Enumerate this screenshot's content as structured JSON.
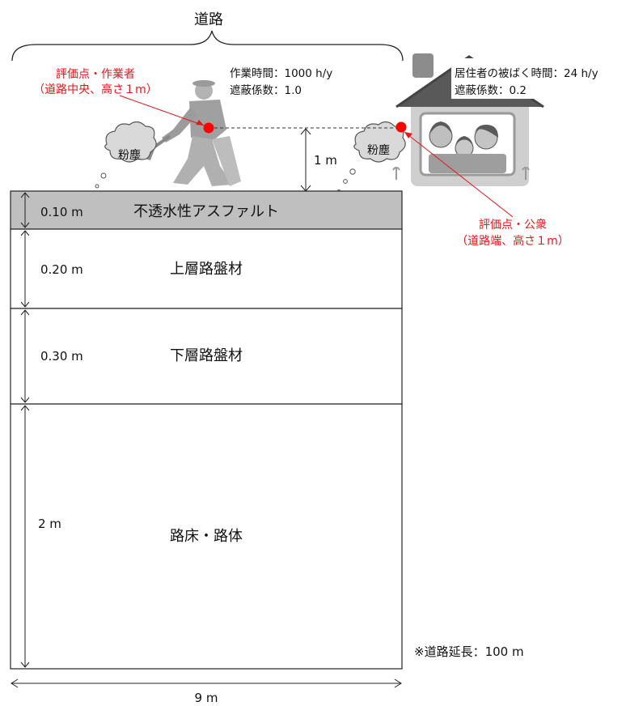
{
  "road_label": "道路",
  "worker_eval": {
    "title": "評価点・作業者",
    "sub": "（道路中央、高さ１m）"
  },
  "worker_info": {
    "time": "作業時間：1000 h/y",
    "shield": "遮蔽係数：1.0"
  },
  "resident_info": {
    "time": "居住者の被ばく時間：24 h/y",
    "shield": "遮蔽係数：0.2"
  },
  "public_eval": {
    "title": "評価点・公衆",
    "sub": "（道路端、高さ１m）"
  },
  "dust_label": "粉塵",
  "height_label": "1 m",
  "layers": [
    {
      "thickness": "0.10 m",
      "name": "不透水性アスファルト",
      "fill": "#bfbfbf"
    },
    {
      "thickness": "0.20 m",
      "name": "上層路盤材",
      "fill": "#ffffff"
    },
    {
      "thickness": "0.30 m",
      "name": "下層路盤材",
      "fill": "#ffffff"
    },
    {
      "thickness": "2 m",
      "name": "路床・路体",
      "fill": "#ffffff"
    }
  ],
  "road_length": "※道路延長：100 m",
  "width_label": "9 m",
  "colors": {
    "eval_point": "#ff0000",
    "red_text": "#e8161b",
    "asphalt": "#bfbfbf",
    "illustration": "#a6a6a6"
  }
}
